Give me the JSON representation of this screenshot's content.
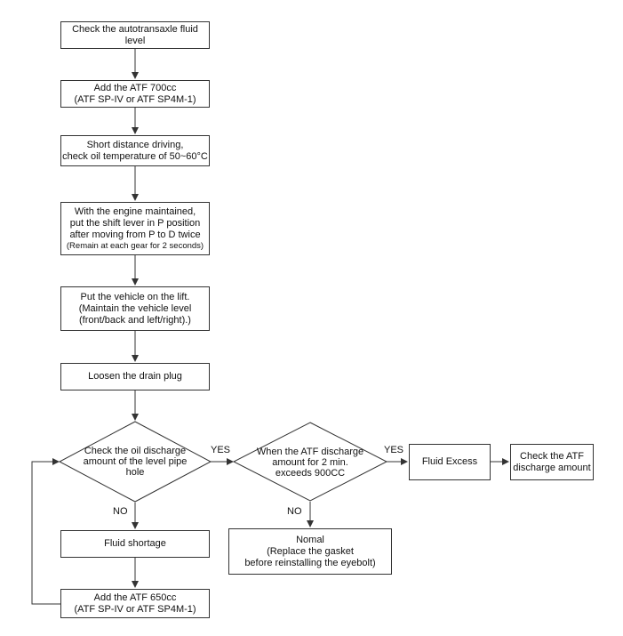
{
  "steps": {
    "check_level": "Check the autotransaxle fluid level",
    "add_atf_700": {
      "line1": "Add the ATF 700cc",
      "line2": "(ATF SP-IV or ATF SP4M-1)"
    },
    "short_drive": {
      "line1": "Short distance driving,",
      "line2": "check oil temperature of 50~60°C"
    },
    "engine_maintained": {
      "line1": "With the engine maintained,",
      "line2": "put the shift lever in P position",
      "line3": "after moving from P to D twice",
      "line4": "(Remain at each gear for 2 seconds)"
    },
    "lift": {
      "line1": "Put the vehicle on the lift.",
      "line2": "(Maintain the vehicle level",
      "line3": "(front/back and left/right).)"
    },
    "loosen_plug": "Loosen the drain plug",
    "fluid_shortage": "Fluid shortage",
    "add_atf_650": {
      "line1": "Add the ATF 650cc",
      "line2": "(ATF SP-IV or ATF SP4M-1)"
    },
    "fluid_excess": "Fluid Excess",
    "check_discharge": {
      "line1": "Check the ATF",
      "line2": "discharge amount"
    },
    "normal": {
      "line1": "Nomal",
      "line2": "(Replace the gasket",
      "line3": "before reinstalling the eyebolt)"
    }
  },
  "decisions": {
    "oil_discharge": {
      "line1": "Check the oil discharge",
      "line2": "amount of the level pipe hole"
    },
    "atf_discharge": {
      "line1": "When the ATF discharge",
      "line2": "amount for 2 min.",
      "line3": "exceeds 900CC"
    }
  },
  "branch_labels": {
    "yes1": "YES",
    "yes2": "YES",
    "no1": "NO",
    "no2": "NO"
  },
  "colors": {
    "line": "#333333",
    "background": "#ffffff"
  }
}
